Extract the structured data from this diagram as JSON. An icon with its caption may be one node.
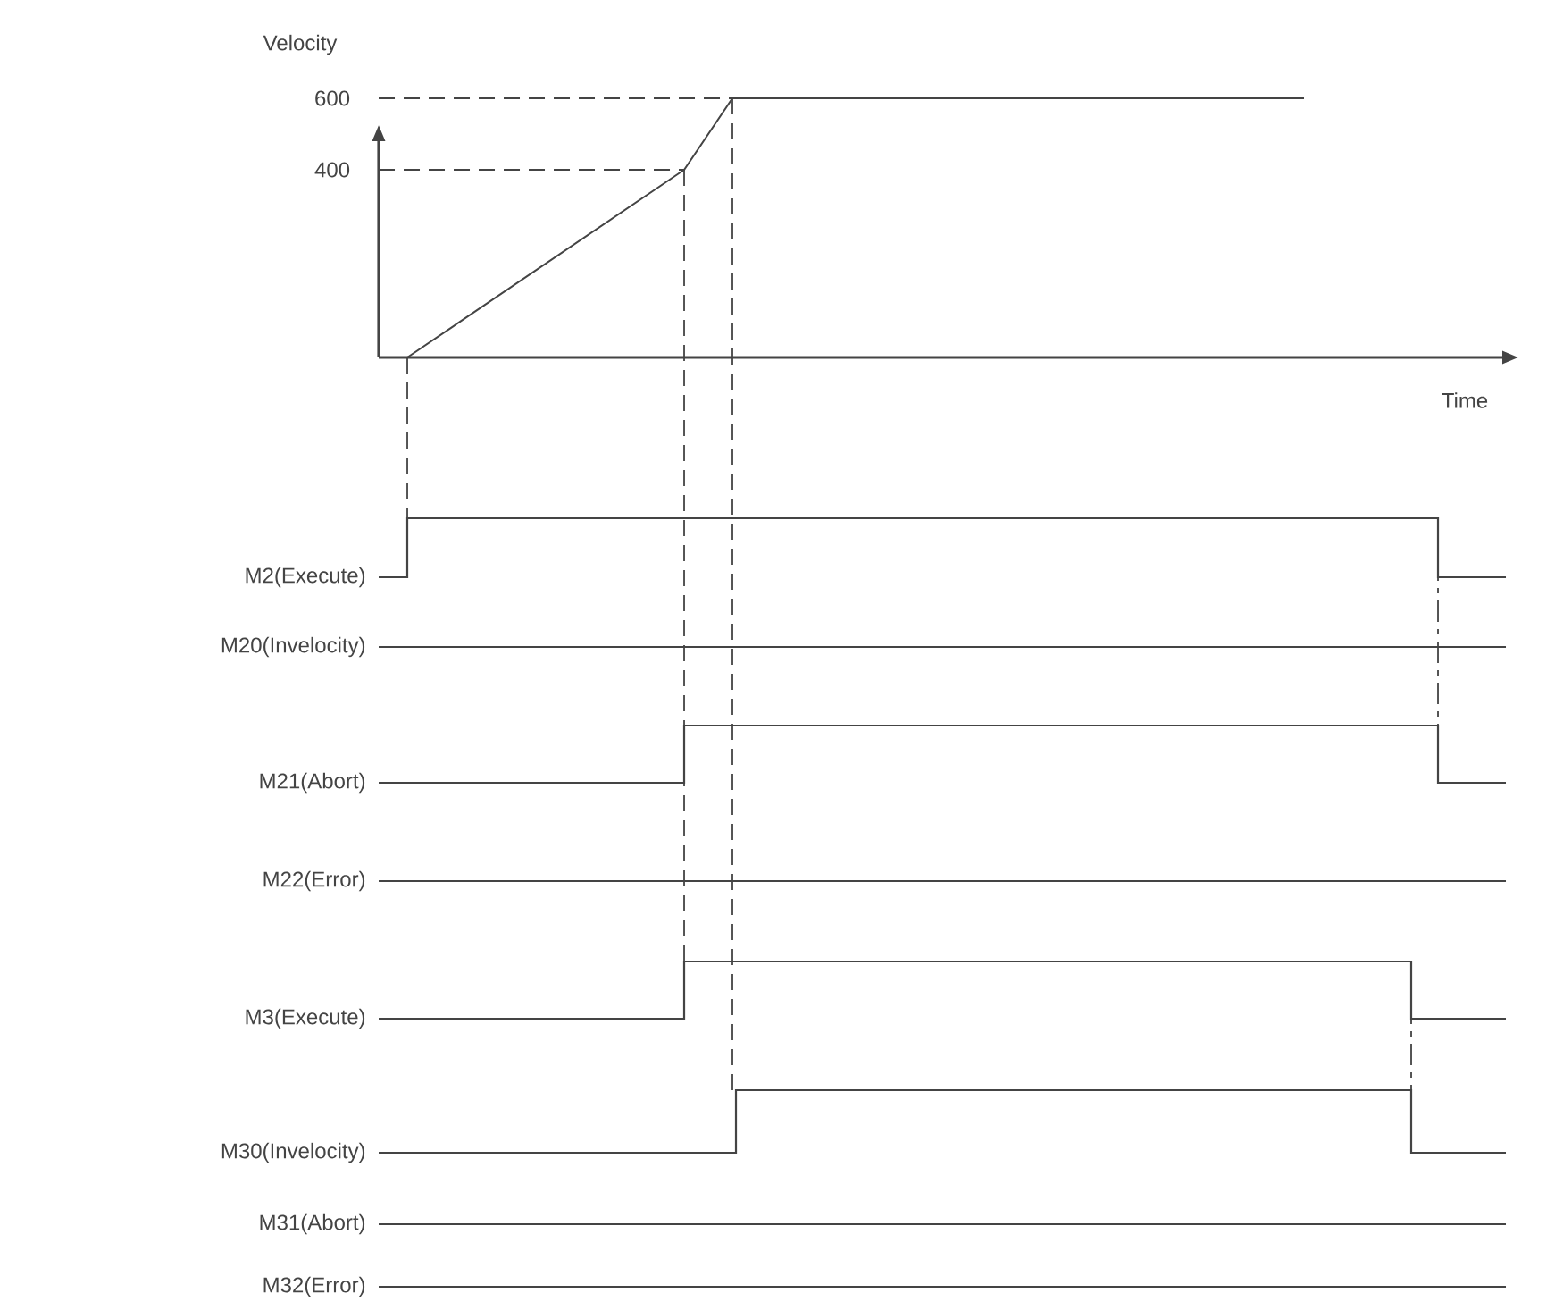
{
  "diagram": {
    "labels": [
      "Velocity",
      "600",
      "400",
      "Time",
      "M2(Execute)",
      "M20(Invelocity)",
      "M21(Abort)",
      "M22(Error)",
      "M3(Execute)",
      "M30(Invelocity)",
      "M31(Abort)",
      "M32(Error)"
    ]
  }
}
